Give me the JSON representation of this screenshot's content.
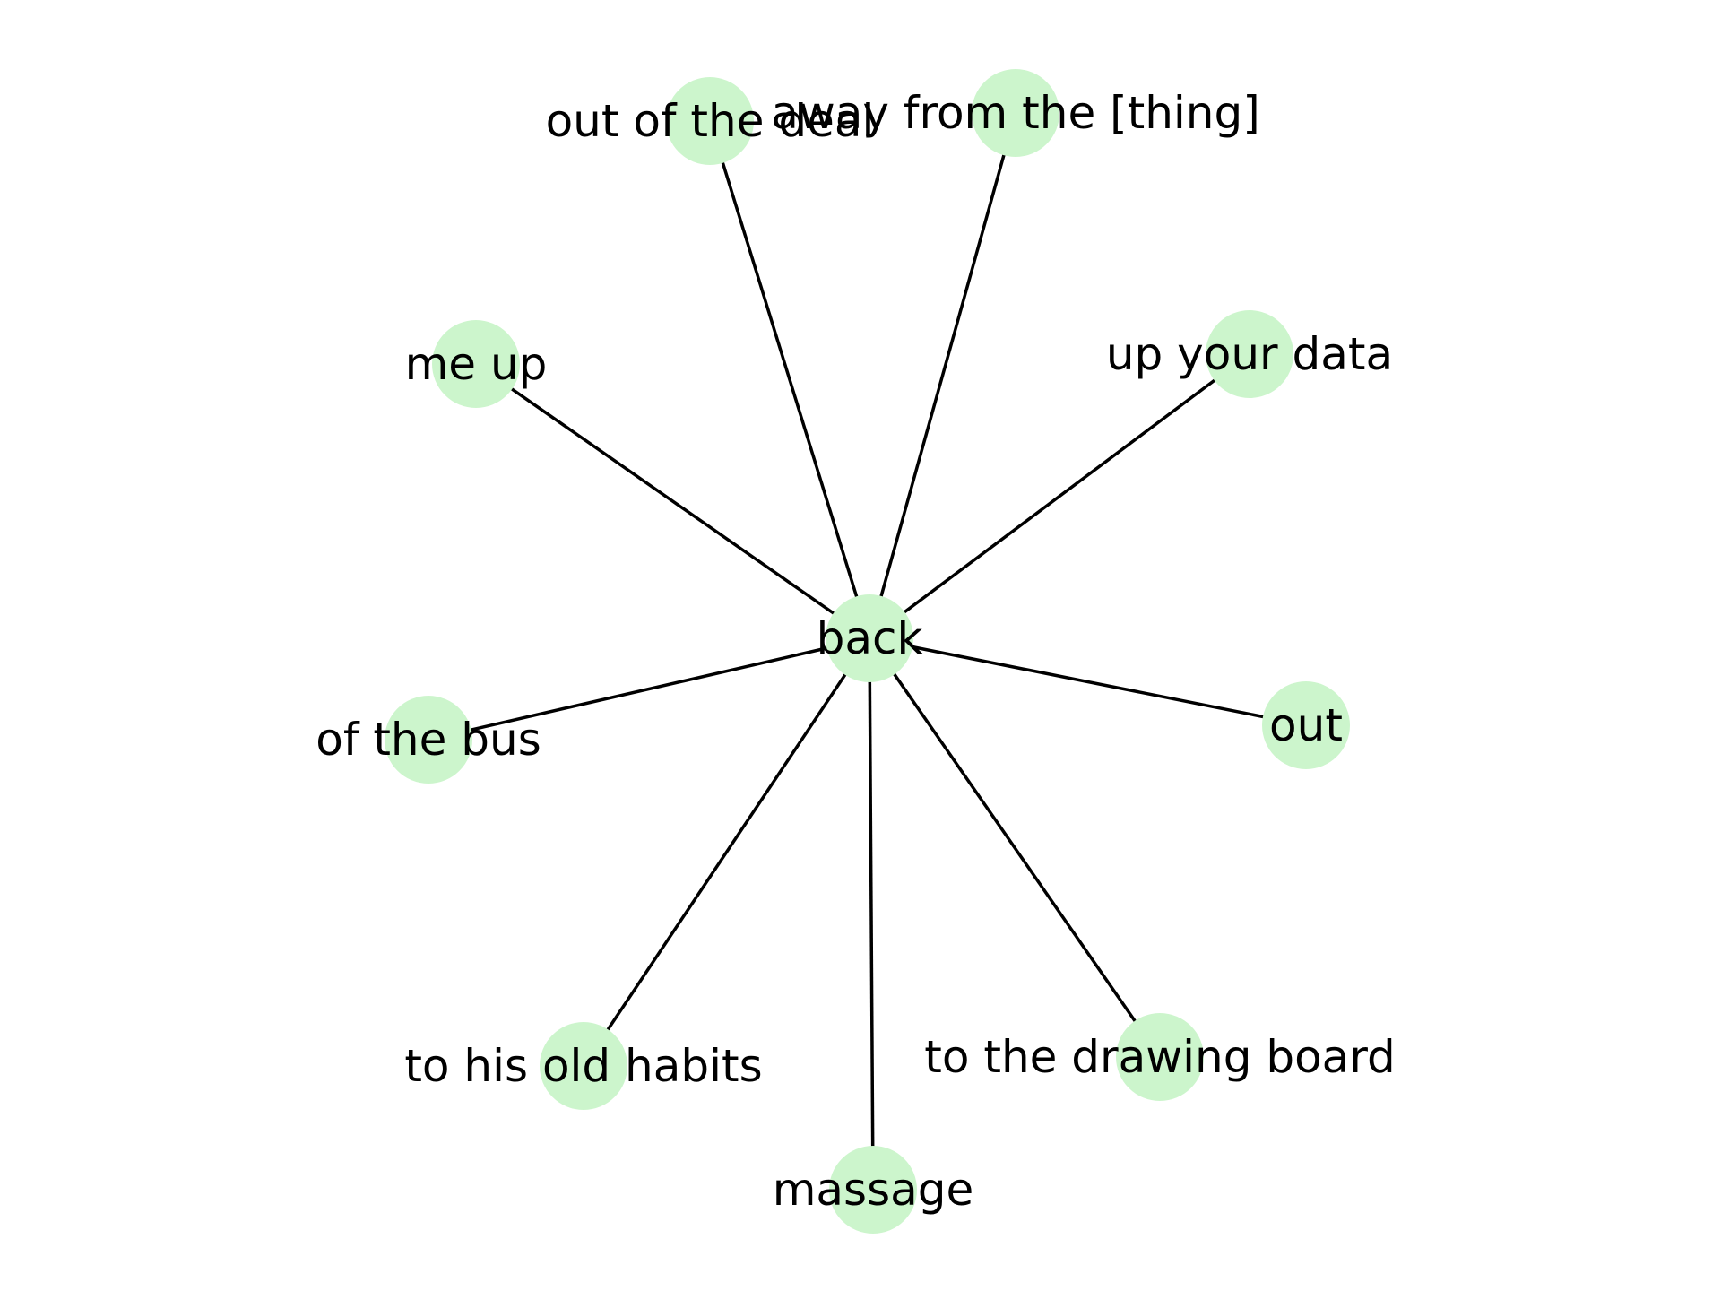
{
  "graph": {
    "node_color": "#ccf5cc",
    "edge_color": "#000000",
    "center": {
      "id": "back",
      "label": "back"
    },
    "nodes": [
      {
        "id": "out_of_the_deal",
        "label": "out of the deal"
      },
      {
        "id": "away_from_the_thing",
        "label": "away from the [thing]"
      },
      {
        "id": "me_up",
        "label": "me up"
      },
      {
        "id": "up_your_data",
        "label": "up your data"
      },
      {
        "id": "of_the_bus",
        "label": "of the bus"
      },
      {
        "id": "out",
        "label": "out"
      },
      {
        "id": "to_his_old_habits",
        "label": "to his old habits"
      },
      {
        "id": "to_the_drawing_board",
        "label": "to the drawing board"
      },
      {
        "id": "massage",
        "label": "massage"
      }
    ],
    "edges": [
      [
        "back",
        "out_of_the_deal"
      ],
      [
        "back",
        "away_from_the_thing"
      ],
      [
        "back",
        "me_up"
      ],
      [
        "back",
        "up_your_data"
      ],
      [
        "back",
        "of_the_bus"
      ],
      [
        "back",
        "out"
      ],
      [
        "back",
        "to_his_old_habits"
      ],
      [
        "back",
        "to_the_drawing_board"
      ],
      [
        "back",
        "massage"
      ]
    ]
  }
}
